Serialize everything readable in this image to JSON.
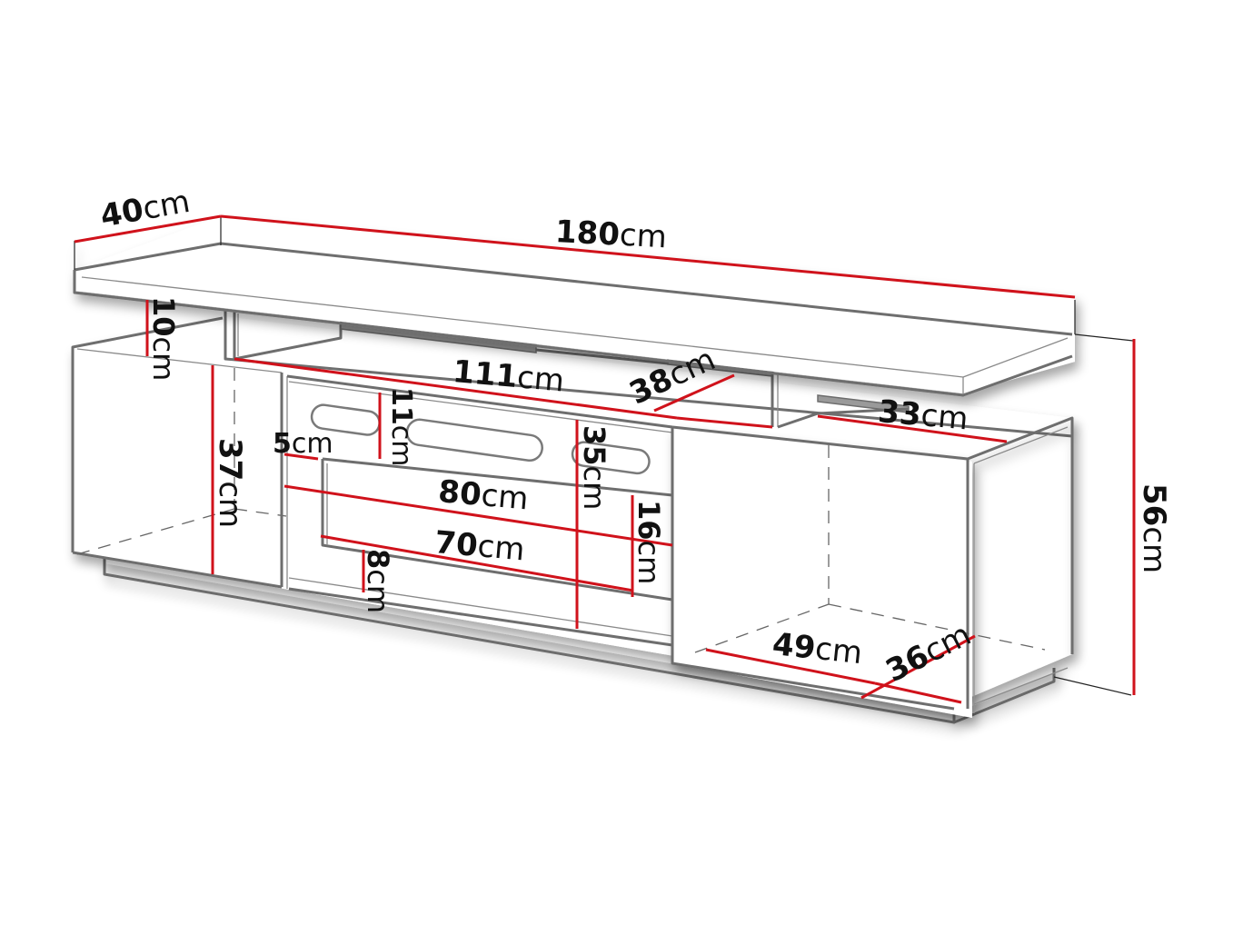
{
  "drawing": {
    "subject": "TV stand dimension drawing",
    "unit": "cm",
    "dimension_color": "#d0121b",
    "line_color": "#6e6e6e",
    "dimensions": {
      "depth_top": {
        "value": "40",
        "unit": "cm"
      },
      "width_total": {
        "value": "180",
        "unit": "cm"
      },
      "gap_height": {
        "value": "10",
        "unit": "cm"
      },
      "middle_width": {
        "value": "111",
        "unit": "cm"
      },
      "middle_depth": {
        "value": "38",
        "unit": "cm"
      },
      "right_shelf_depth": {
        "value": "33",
        "unit": "cm"
      },
      "height_total": {
        "value": "56",
        "unit": "cm"
      },
      "left_cabinet_height": {
        "value": "37",
        "unit": "cm"
      },
      "flap_offset": {
        "value": "5",
        "unit": "cm"
      },
      "slot_height": {
        "value": "11",
        "unit": "cm"
      },
      "center_height": {
        "value": "35",
        "unit": "cm"
      },
      "flap_width_outer": {
        "value": "80",
        "unit": "cm"
      },
      "flap_width_inner": {
        "value": "70",
        "unit": "cm"
      },
      "flap_height": {
        "value": "16",
        "unit": "cm"
      },
      "flap_bottom_offset": {
        "value": "8",
        "unit": "cm"
      },
      "right_compartment_width": {
        "value": "49",
        "unit": "cm"
      },
      "right_compartment_depth": {
        "value": "36",
        "unit": "cm"
      }
    }
  }
}
